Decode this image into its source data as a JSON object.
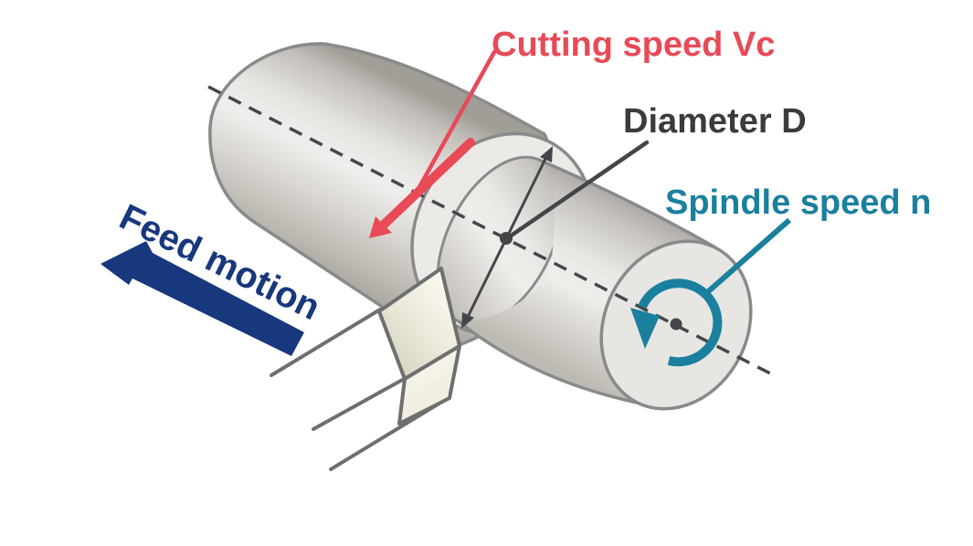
{
  "diagram": {
    "labels": {
      "cutting_speed": {
        "text": "Cutting speed Vc",
        "color": "#e84a57"
      },
      "diameter": {
        "text": "Diameter D",
        "color": "#3b3b3f"
      },
      "spindle_speed": {
        "text": "Spindle speed n",
        "color": "#1b809e"
      },
      "feed_motion": {
        "text": "Feed motion",
        "color": "#17387d"
      }
    },
    "colors": {
      "background": "#ffffff",
      "workpiece_outline": "#8a8a8a",
      "workpiece_body_mid": "#d9d6d1",
      "shoulder_face": "#ebeae7",
      "end_face": "#e7e6e3",
      "tool_face": "#efedde",
      "tool_outline": "#6f6f6f",
      "centerline": "#47474b",
      "dimension_line": "#454549",
      "cutting_speed_arrow": "#e84a57",
      "spindle_arrow": "#1b809e",
      "feed_arrow": "#17387d"
    }
  }
}
